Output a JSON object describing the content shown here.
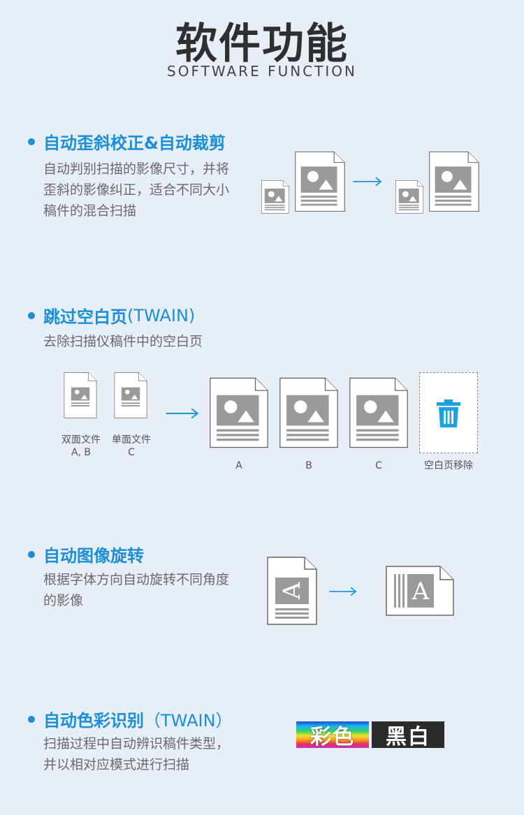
{
  "header": {
    "title": "软件功能",
    "subtitle": "SOFTWARE FUNCTION"
  },
  "sections": [
    {
      "title": "自动歪斜校正&自动裁剪",
      "desc": [
        "自动判别扫描的影像尺寸，并将",
        "歪斜的影像纠正，适合不同大小",
        "稿件的混合扫描"
      ]
    },
    {
      "title": "跳过空白页",
      "title_suffix": "(TWAIN)",
      "desc": [
        "去除扫描仪稿件中的空白页"
      ],
      "captions": {
        "duplex_line1": "双面文件",
        "duplex_line2": "A, B",
        "simplex_line1": "单面文件",
        "simplex_line2": "C",
        "page_a": "A",
        "page_b": "B",
        "page_c": "C",
        "blank_removed": "空白页移除"
      }
    },
    {
      "title": "自动图像旋转",
      "desc": [
        "根据字体方向自动旋转不同角度",
        "的影像"
      ],
      "glyph": "A"
    },
    {
      "title": "自动色彩识别",
      "title_suffix": "（TWAIN）",
      "desc": [
        "扫描过程中自动辨识稿件类型，",
        "并以相对应模式进行扫描"
      ],
      "badges": {
        "color": "彩色",
        "bw": "黑白"
      }
    }
  ],
  "colors": {
    "accent": "#1a8fd8",
    "background": "#e8eef6",
    "doc_gray": "#9a9a9a"
  },
  "icons": [
    "document-icon",
    "arrow-right-icon",
    "trash-icon"
  ]
}
